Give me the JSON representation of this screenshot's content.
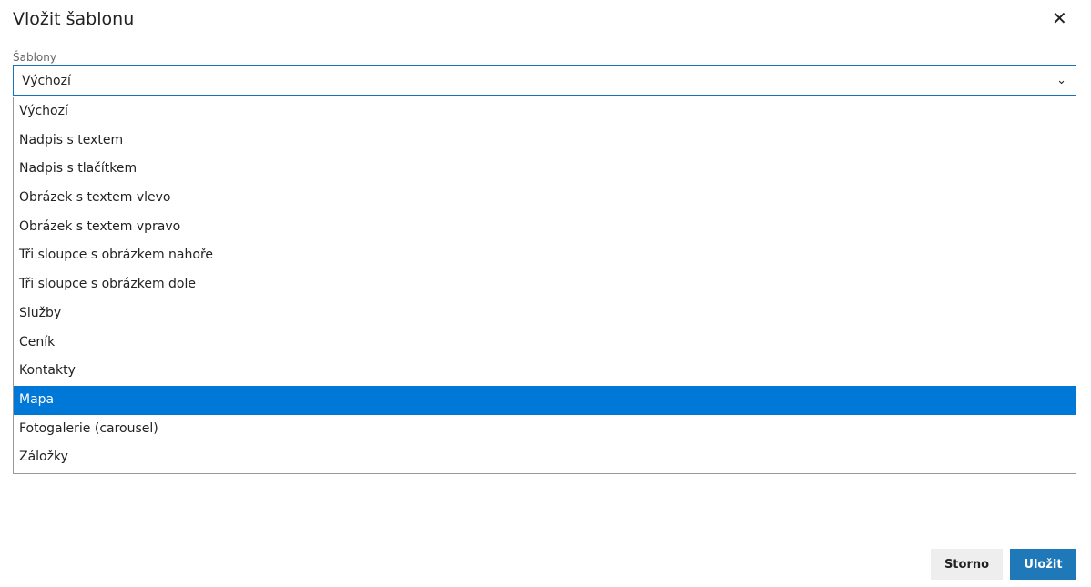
{
  "dialog": {
    "title": "Vložit šablonu",
    "close_icon": "close-icon"
  },
  "field": {
    "label": "Šablony",
    "value": "Výchozí"
  },
  "options": [
    "Výchozí",
    "Nadpis s textem",
    "Nadpis s tlačítkem",
    "Obrázek s textem vlevo",
    "Obrázek s textem vpravo",
    "Tři sloupce s obrázkem nahoře",
    "Tři sloupce s obrázkem dole",
    "Služby",
    "Ceník",
    "Kontakty",
    "Mapa",
    "Fotogalerie (carousel)",
    "Záložky"
  ],
  "highlighted": "Mapa",
  "footer": {
    "cancel": "Storno",
    "save": "Uložit"
  }
}
